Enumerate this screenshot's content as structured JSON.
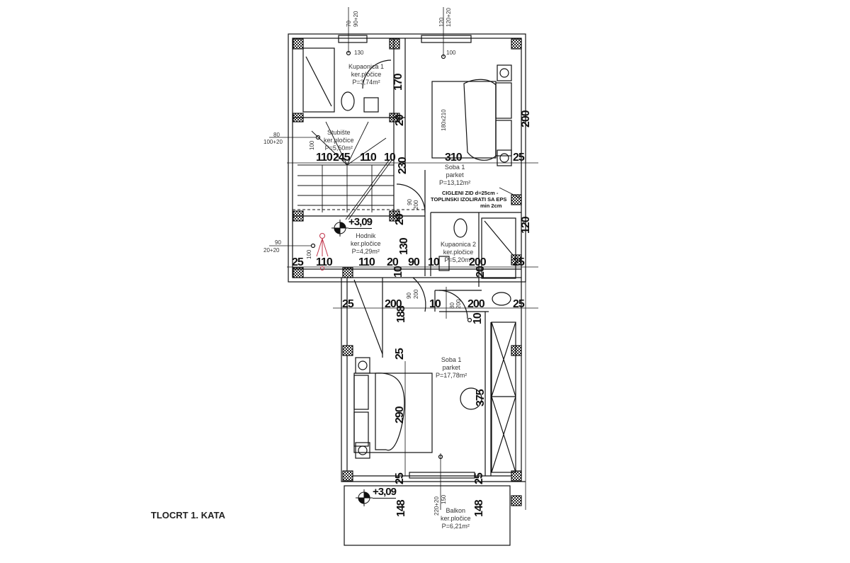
{
  "drawing": {
    "title": "TLOCRT 1. KATA"
  },
  "rooms": [
    {
      "name": "Kupaonica 1",
      "finish": "ker.pločice",
      "area": "P=3,74m²"
    },
    {
      "name": "Stubište",
      "finish": "ker.pločice",
      "area": "P=5,50m²"
    },
    {
      "name": "Soba 1",
      "finish": "parket",
      "area": "P=13,12m²"
    },
    {
      "name": "Hodnik",
      "finish": "ker.pločice",
      "area": "P=4,29m²"
    },
    {
      "name": "Kupaonica 2",
      "finish": "ker.pločice",
      "area": "P=5,20m²"
    },
    {
      "name": "Soba 1",
      "finish": "parket",
      "area": "P=17,78m²"
    },
    {
      "name": "Balkon",
      "finish": "ker.pločice",
      "area": "P=6,21m²"
    }
  ],
  "levels": {
    "hall": "+3,09",
    "balcony": "+3,09"
  },
  "wall_note": {
    "line1": "CIGLENI ZID d=25cm -",
    "line2": "TOPLINSKI IZOLIRATI SA EPS",
    "line3": "min 2cm"
  },
  "bed_label": "180x210",
  "dimensions": {
    "top_window_1": [
      "70",
      "90+20"
    ],
    "top_window_2": [
      "120",
      "120+20"
    ],
    "bath1_130": "130",
    "room1_100": "100",
    "bath1_170": "170",
    "stair_window": [
      "80",
      "100+20"
    ],
    "stair_100": "100",
    "stair_row": [
      "110",
      "245",
      "110",
      "10"
    ],
    "v_20_a": "20",
    "v_230": "230",
    "soba_310": "310",
    "right_25_a": "25",
    "right_200_a": "200",
    "door_90_200_a": [
      "90",
      "200"
    ],
    "hall_window": [
      "90",
      "20+20"
    ],
    "hall_100": "100",
    "hall_row": [
      "25",
      "110",
      "110",
      "20",
      "90",
      "10"
    ],
    "v_20_b": "20",
    "v_130": "130",
    "bath2_200": "200",
    "bath2_20": "20",
    "right_120": "120",
    "right_25_b": "25",
    "row3": [
      "25",
      "200",
      "10",
      "200",
      "25"
    ],
    "v_10": "10",
    "v_10_b": "10",
    "door_90_200_b": [
      "90",
      "200"
    ],
    "door_80_200": [
      "80",
      "200"
    ],
    "v_188": "188",
    "v_25_c": "25",
    "v_290": "290",
    "v_375": "375",
    "bottom_25": [
      "25",
      "25"
    ],
    "balcony_148": [
      "148",
      "148"
    ],
    "balcony_door": [
      "220+20",
      "150"
    ]
  }
}
